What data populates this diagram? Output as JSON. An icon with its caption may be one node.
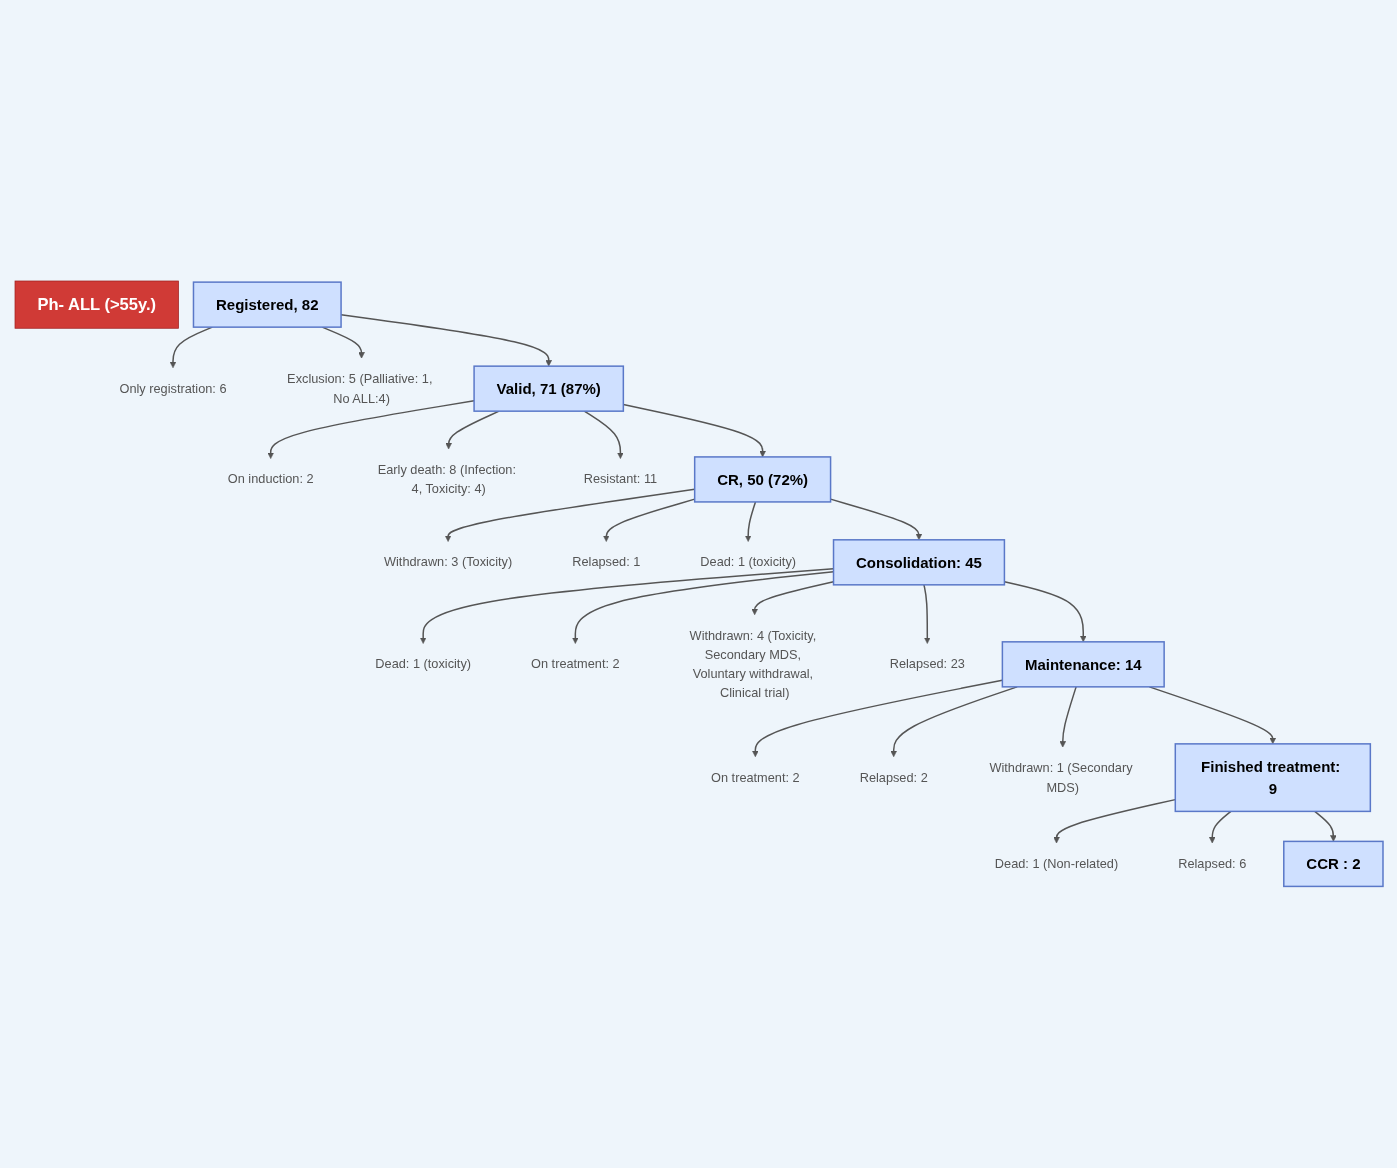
{
  "diagram": {
    "nodes": [
      {
        "text": [
          "Ph- ALL (>55y.)"
        ]
      },
      {
        "text": [
          "Registered, 82"
        ]
      },
      {
        "text": [
          "Only registration: 6"
        ]
      },
      {
        "text": [
          "Exclusion: 5 (Palliative: 1, No ALL:4)"
        ]
      },
      {
        "text": [
          "Valid, 71 (87%)"
        ]
      },
      {
        "text": [
          "On induction: 2"
        ]
      },
      {
        "text": [
          "Early death: 8 (Infection: 4, Toxicity: 4)"
        ]
      },
      {
        "text": [
          "Resistant: 11"
        ]
      },
      {
        "text": [
          "CR, 50 (72%)"
        ]
      },
      {
        "text": [
          "Withdrawn: 3 (Toxicity)"
        ]
      },
      {
        "text": [
          "Relapsed: 1"
        ]
      },
      {
        "text": [
          "Dead: 1 (toxicity)"
        ]
      },
      {
        "text": [
          "Consolidation: 45"
        ]
      },
      {
        "text": [
          "Dead: 1 (toxicity)"
        ]
      },
      {
        "text": [
          "On treatment: 2"
        ]
      },
      {
        "text": [
          "Withdrawn: 4 (Toxicity, Secondary MDS, Voluntary withdrawal, Clinical trial)"
        ]
      },
      {
        "text": [
          "Relapsed: 23"
        ]
      },
      {
        "text": [
          "Maintenance: 14"
        ]
      },
      {
        "text": [
          "On treatment: 2"
        ]
      },
      {
        "text": [
          "Relapsed: 2"
        ]
      },
      {
        "text": [
          "Withdrawn: 1 (Secondary MDS)"
        ]
      },
      {
        "text": [
          "Finished treatment: 9"
        ]
      },
      {
        "text": [
          "Dead: 1 (Non-related)"
        ]
      },
      {
        "text": [
          "Relapsed: 6"
        ]
      },
      {
        "text": [
          "CCR : 2"
        ]
      }
    ],
    "edges": [
      {
        "from": 1,
        "to": 2,
        "arrow": "to"
      },
      {
        "from": 1,
        "to": 3,
        "arrow": "to"
      },
      {
        "from": 1,
        "to": 4,
        "arrow": "to"
      },
      {
        "from": 4,
        "to": 5,
        "arrow": "to"
      },
      {
        "from": 4,
        "to": 6,
        "arrow": "to"
      },
      {
        "from": 4,
        "to": 7,
        "arrow": "to"
      },
      {
        "from": 4,
        "to": 8,
        "arrow": "to"
      },
      {
        "from": 8,
        "to": 9,
        "arrow": "to"
      },
      {
        "from": 8,
        "to": 10,
        "arrow": "to"
      },
      {
        "from": 8,
        "to": 11,
        "arrow": "to"
      },
      {
        "from": 8,
        "to": 12,
        "arrow": "to"
      },
      {
        "from": 12,
        "to": 13,
        "arrow": "to"
      },
      {
        "from": 12,
        "to": 14,
        "arrow": "to"
      },
      {
        "from": 12,
        "to": 15,
        "arrow": "to"
      },
      {
        "from": 12,
        "to": 16,
        "arrow": "to"
      },
      {
        "from": 12,
        "to": 17,
        "arrow": "to"
      },
      {
        "from": 17,
        "to": 18,
        "arrow": "to"
      },
      {
        "from": 17,
        "to": 19,
        "arrow": "to"
      },
      {
        "from": 17,
        "to": 20,
        "arrow": "to"
      },
      {
        "from": 17,
        "to": 21,
        "arrow": "to"
      },
      {
        "from": 21,
        "to": 22,
        "arrow": "to"
      },
      {
        "from": 21,
        "to": 23,
        "arrow": "to"
      },
      {
        "from": 21,
        "to": 24,
        "arrow": "to"
      }
    ]
  }
}
